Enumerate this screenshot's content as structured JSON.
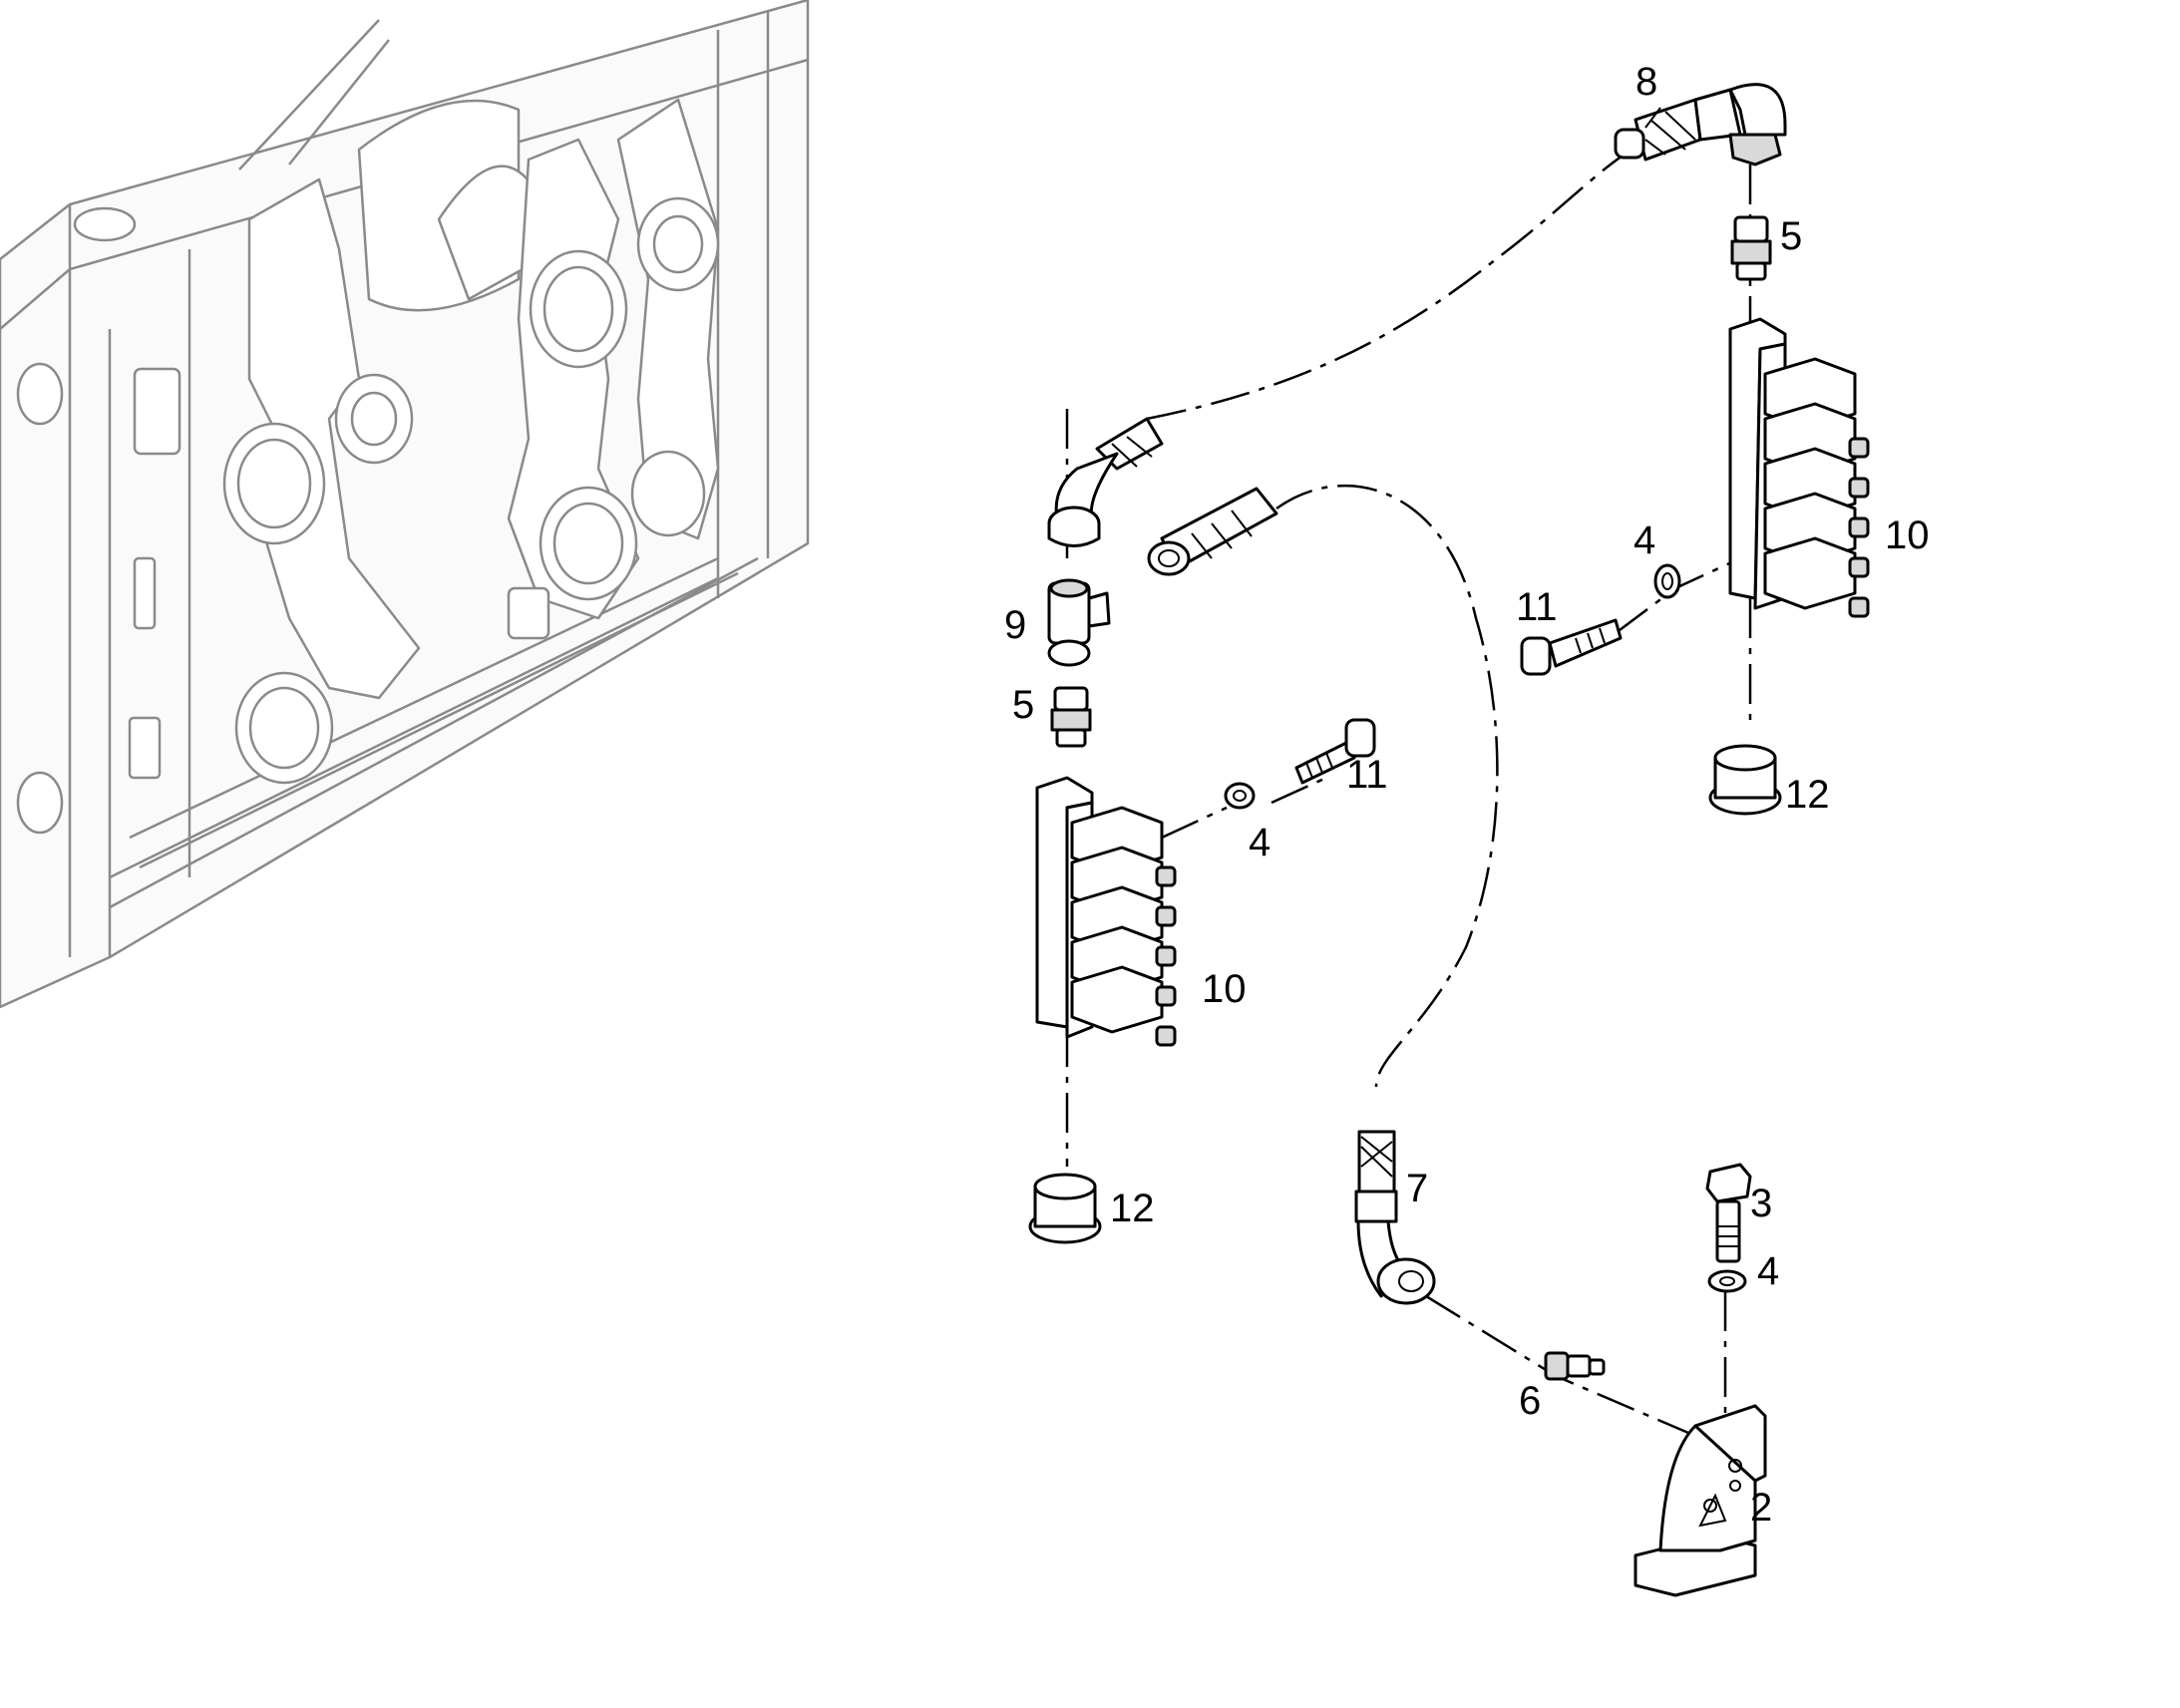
{
  "diagram": {
    "callouts": [
      {
        "id": "c2",
        "text": "2"
      },
      {
        "id": "c3",
        "text": "3"
      },
      {
        "id": "c4a",
        "text": "4"
      },
      {
        "id": "c4b",
        "text": "4"
      },
      {
        "id": "c4c",
        "text": "4"
      },
      {
        "id": "c5a",
        "text": "5"
      },
      {
        "id": "c5b",
        "text": "5"
      },
      {
        "id": "c6",
        "text": "6"
      },
      {
        "id": "c7",
        "text": "7"
      },
      {
        "id": "c8",
        "text": "8"
      },
      {
        "id": "c9",
        "text": "9"
      },
      {
        "id": "c10a",
        "text": "10"
      },
      {
        "id": "c10b",
        "text": "10"
      },
      {
        "id": "c11a",
        "text": "11"
      },
      {
        "id": "c11b",
        "text": "11"
      },
      {
        "id": "c12a",
        "text": "12"
      },
      {
        "id": "c12b",
        "text": "12"
      }
    ]
  }
}
